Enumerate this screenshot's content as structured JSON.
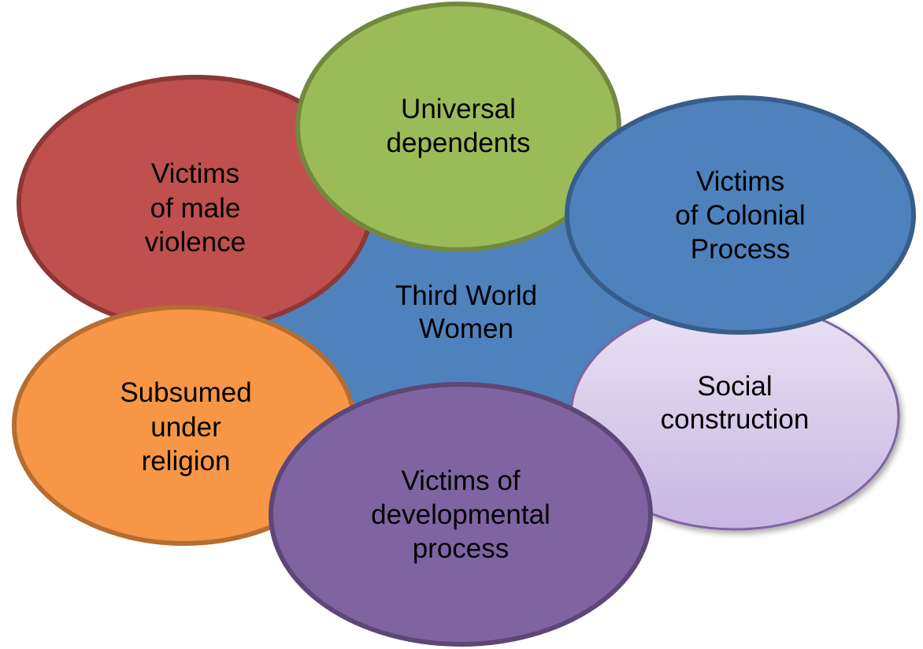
{
  "diagram": {
    "type": "radial-cluster",
    "center": {
      "id": "third-world-women",
      "lines": [
        "Third World",
        "Women"
      ],
      "fill": "#4f81bd",
      "stroke": "#4f81bd"
    },
    "satellites": [
      {
        "id": "universal-dependents",
        "lines": [
          "Universal",
          "dependents"
        ],
        "fill": "#9bbb59",
        "stroke": "#71893f"
      },
      {
        "id": "victims-male-violence",
        "lines": [
          "Victims",
          "of male",
          "violence"
        ],
        "fill": "#c0504d",
        "stroke": "#8c3836"
      },
      {
        "id": "social-construction",
        "lines": [
          "Social",
          "construction"
        ],
        "fill_top": "#e9e2f4",
        "fill_bottom": "#c7b6e2",
        "stroke": "#8064a2"
      },
      {
        "id": "victims-colonial-process",
        "lines": [
          "Victims",
          "of Colonial",
          "Process"
        ],
        "fill": "#4f81bd",
        "stroke": "#385d8a"
      },
      {
        "id": "subsumed-under-religion",
        "lines": [
          "Subsumed",
          "under",
          "religion"
        ],
        "fill": "#f79646",
        "stroke": "#b66d31"
      },
      {
        "id": "victims-developmental-process",
        "lines": [
          "Victims of",
          "developmental",
          "process"
        ],
        "fill": "#8064a2",
        "stroke": "#5c4776"
      }
    ]
  }
}
